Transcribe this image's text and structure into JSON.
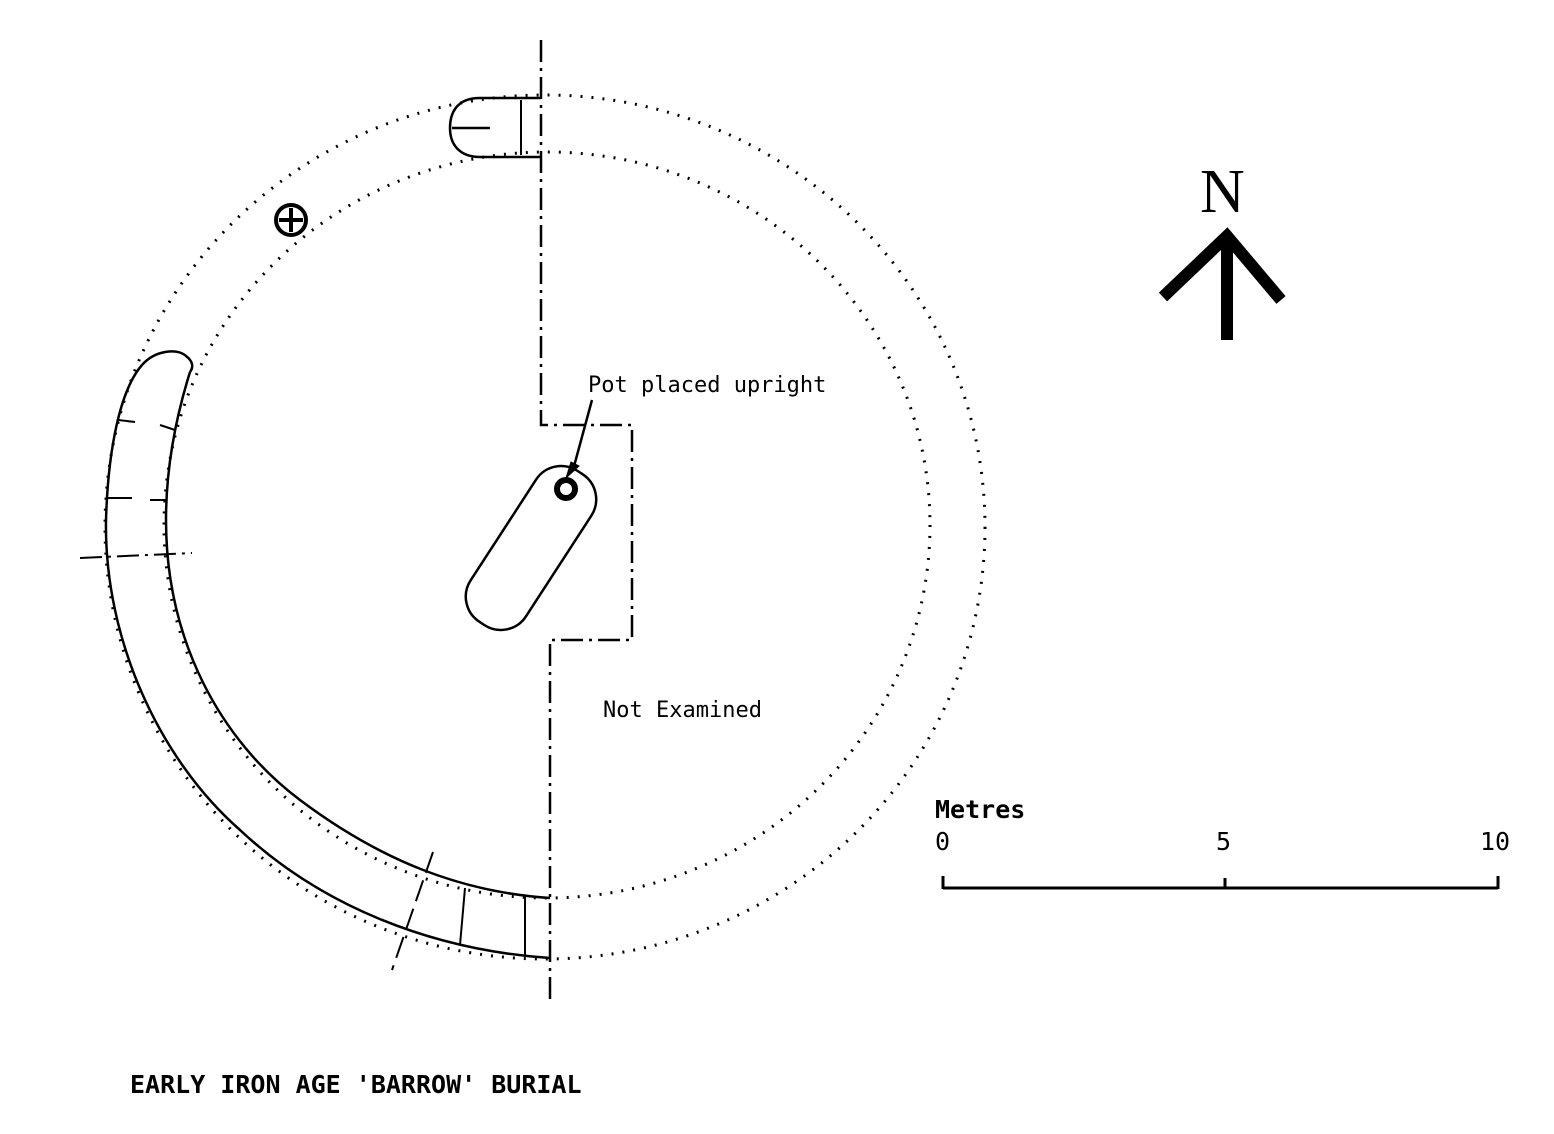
{
  "title": "EARLY IRON AGE 'BARROW' BURIAL",
  "labels": {
    "pot": "Pot placed upright",
    "not_examined": "Not Examined",
    "north": "N"
  },
  "scale": {
    "unit": "Metres",
    "ticks": [
      "0",
      "5",
      "10"
    ]
  },
  "colors": {
    "ink": "#000000",
    "paper": "#ffffff"
  }
}
